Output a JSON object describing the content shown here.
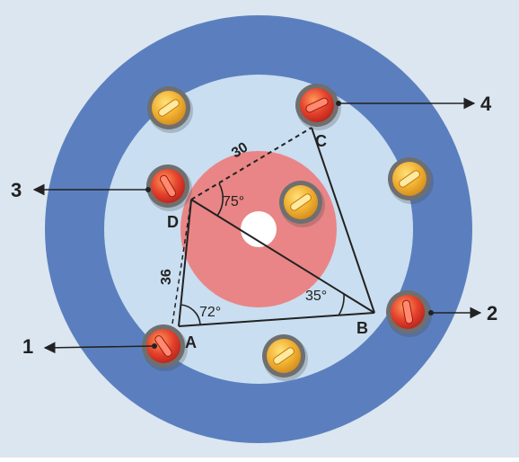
{
  "colors": {
    "background": "#dbe6f0",
    "outer_ring": "#5b7fbe",
    "inner_ice": "#c9def0",
    "house_red": "#e98586",
    "button": "#ffffff",
    "red_stone": "#e5432d",
    "yellow_stone": "#f2b233",
    "stone_rim": "#555555",
    "line": "#222222"
  },
  "points": [
    {
      "label": "A"
    },
    {
      "label": "B"
    },
    {
      "label": "C"
    },
    {
      "label": "D"
    }
  ],
  "angles": [
    {
      "text": "72°"
    },
    {
      "text": "35°"
    },
    {
      "text": "75°"
    }
  ],
  "lengths": [
    {
      "text": "30"
    },
    {
      "text": "36"
    }
  ],
  "callouts": [
    {
      "number": "1"
    },
    {
      "number": "2"
    },
    {
      "number": "3"
    },
    {
      "number": "4"
    }
  ],
  "stones": {
    "red": [
      "stone-a",
      "stone-b",
      "stone-c",
      "stone-d"
    ],
    "yellow": [
      "stone-top-left",
      "stone-right",
      "stone-center",
      "stone-bottom"
    ]
  }
}
